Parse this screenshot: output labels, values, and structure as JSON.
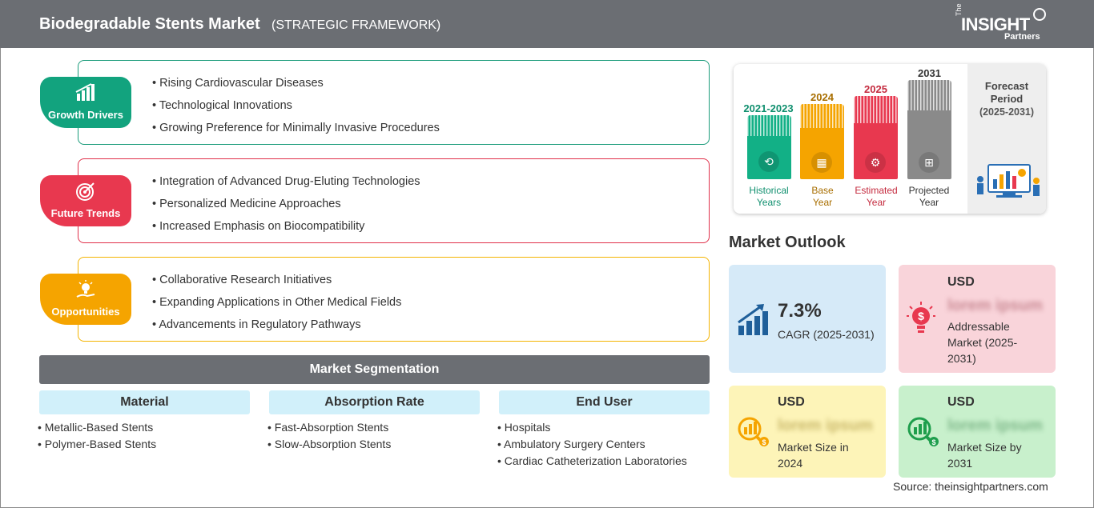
{
  "header": {
    "title": "Biodegradable Stents Market",
    "subtitle": "(STRATEGIC FRAMEWORK)",
    "logo": {
      "the": "The",
      "insight": "INSIGHT",
      "partners": "Partners"
    }
  },
  "framework": [
    {
      "label": "Growth Drivers",
      "icon": "growth-chart-icon",
      "color": "#12a37e",
      "items": [
        "Rising Cardiovascular Diseases",
        "Technological Innovations",
        "Growing Preference for Minimally Invasive Procedures"
      ]
    },
    {
      "label": "Future Trends",
      "icon": "target-icon",
      "color": "#e8384f",
      "items": [
        "Integration of Advanced Drug-Eluting Technologies",
        "Personalized Medicine Approaches",
        "Increased Emphasis on Biocompatibility"
      ]
    },
    {
      "label": "Opportunities",
      "icon": "lightbulb-hand-icon",
      "color": "#f5a400",
      "items": [
        "Collaborative Research Initiatives",
        "Expanding Applications in Other Medical Fields",
        "Advancements in Regulatory Pathways"
      ]
    }
  ],
  "segmentation": {
    "title": "Market Segmentation",
    "columns": [
      {
        "head": "Material",
        "items": [
          "Metallic-Based Stents",
          "Polymer-Based Stents"
        ]
      },
      {
        "head": "Absorption Rate",
        "items": [
          "Fast-Absorption Stents",
          "Slow-Absorption Stents"
        ]
      },
      {
        "head": "End User",
        "items": [
          "Hospitals",
          "Ambulatory Surgery Centers",
          "Cardiac Catheterization Laboratories"
        ]
      }
    ]
  },
  "timeline": {
    "bars": [
      {
        "year": "2021-2023",
        "label1": "Historical",
        "label2": "Years",
        "color": "#12b086",
        "text_color": "#0f8f6e",
        "icon": "history-icon"
      },
      {
        "year": "2024",
        "label1": "Base",
        "label2": "Year",
        "color": "#f5a400",
        "text_color": "#a86e00",
        "icon": "calendar-icon"
      },
      {
        "year": "2025",
        "label1": "Estimated",
        "label2": "Year",
        "color": "#e8384f",
        "text_color": "#c42a3e",
        "icon": "estimate-icon"
      },
      {
        "year": "2031",
        "label1": "Projected",
        "label2": "Year",
        "color": "#8a8a8a",
        "text_color": "#333333",
        "icon": "projection-icon"
      }
    ],
    "forecast_label": "Forecast Period",
    "forecast_range": "(2025-2031)"
  },
  "outlook": {
    "title": "Market Outlook",
    "cagr": {
      "value": "7.3%",
      "label": "CAGR (2025-2031)",
      "color": "#d6eaf8"
    },
    "addressable": {
      "usd": "USD",
      "value": "lorem ipsum",
      "label": "Addressable Market (2025-2031)",
      "color": "#f9d4da"
    },
    "size_2024": {
      "usd": "USD",
      "value": "lorem ipsum",
      "label": "Market Size in 2024",
      "color": "#fdf4b8"
    },
    "size_2031": {
      "usd": "USD",
      "value": "lorem ipsum",
      "label": "Market Size by 2031",
      "color": "#c8f0cc"
    }
  },
  "source": "Source: theinsightpartners.com"
}
